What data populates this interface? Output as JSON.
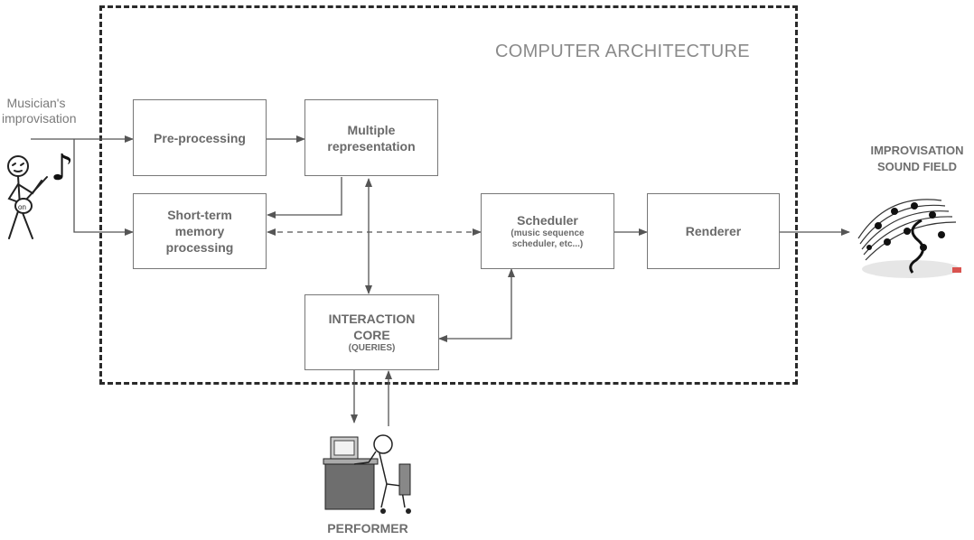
{
  "diagram": {
    "frame_title": "COMPUTER ARCHITECTURE",
    "input_label": [
      "Musician's",
      "improvisation"
    ],
    "output_label": [
      "IMPROVISATION",
      "SOUND FIELD"
    ],
    "performer_label": "PERFORMER",
    "boxes": {
      "preprocessing": "Pre-processing",
      "multiple": [
        "Multiple",
        "representation"
      ],
      "shortterm": [
        "Short-term",
        "memory",
        "processing"
      ],
      "scheduler": {
        "title": "Scheduler",
        "sub": [
          "(music sequence",
          "scheduler, etc...)"
        ]
      },
      "renderer": "Renderer",
      "interaction": {
        "lines": [
          "INTERACTION",
          "CORE"
        ],
        "sub": "(QUERIES)"
      }
    }
  },
  "icons": [
    "guitarist-icon",
    "music-note-icon",
    "sound-field-icon",
    "performer-computer-icon"
  ],
  "colors": {
    "line": "#555555",
    "box_border": "#777777",
    "text": "#6a6a6a"
  }
}
